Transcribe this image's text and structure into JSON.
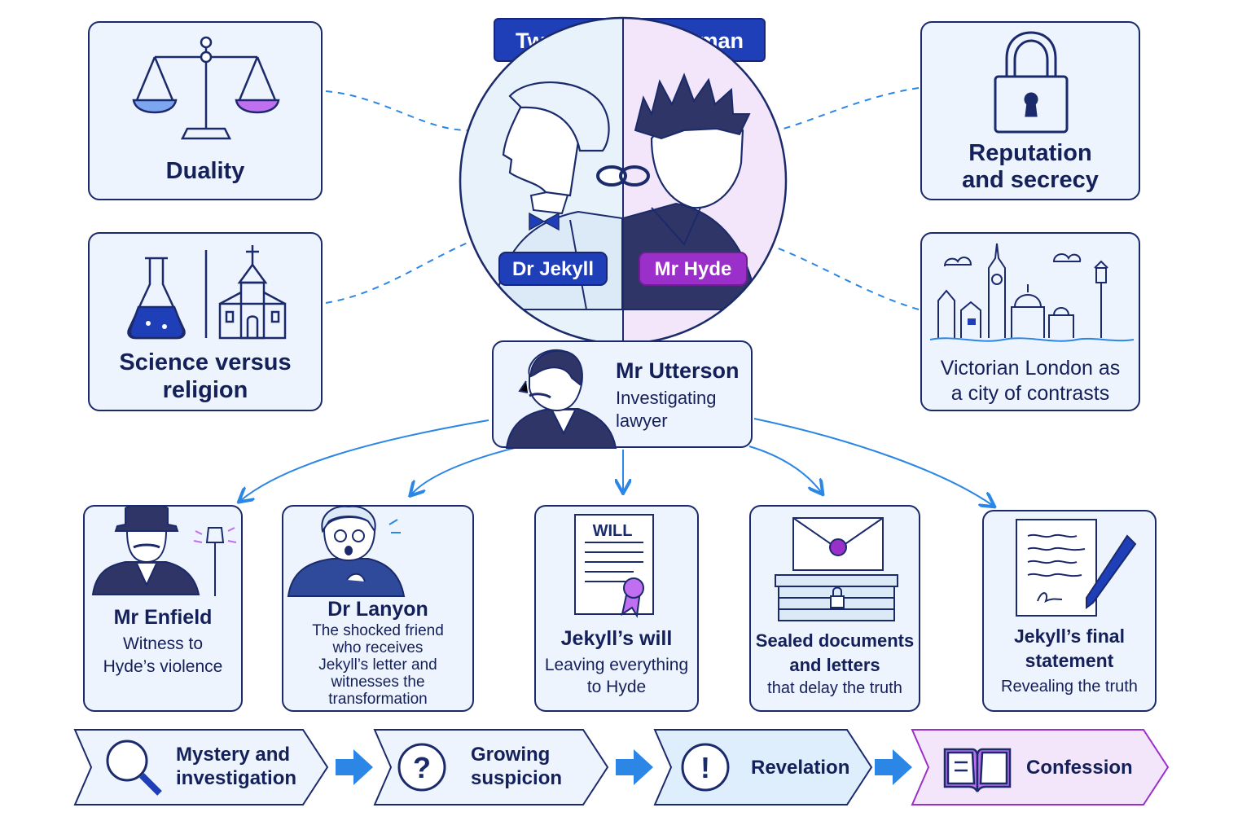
{
  "title": "Two sides of one man",
  "center": {
    "jekyll_label": "Dr Jekyll",
    "hyde_label": "Mr Hyde"
  },
  "themes": [
    {
      "label": "Duality",
      "icon": "scales-icon"
    },
    {
      "label": "Science versus religion",
      "line1": "Science versus",
      "line2": "religion",
      "icon": "flask-church-icon"
    },
    {
      "label": "Reputation and secrecy",
      "line1": "Reputation",
      "line2": "and secrecy",
      "icon": "padlock-icon"
    },
    {
      "label": "Victorian London as a city of contrasts",
      "line1": "Victorian London as",
      "line2": "a city of contrasts",
      "icon": "london-skyline-icon"
    }
  ],
  "utterson": {
    "name": "Mr Utterson",
    "role_line1": "Investigating",
    "role_line2": "lawyer"
  },
  "elements": [
    {
      "title": "Mr Enfield",
      "desc_line1": "Witness to",
      "desc_line2": "Hyde’s violence"
    },
    {
      "title": "Dr Lanyon",
      "desc_line1": "The shocked friend",
      "desc_line2": "who receives",
      "desc_line3": "Jekyll’s letter and",
      "desc_line4": "witnesses the",
      "desc_line5": "transformation"
    },
    {
      "title": "Jekyll’s will",
      "doc_heading": "WILL",
      "desc_line1": "Leaving everything",
      "desc_line2": "to Hyde"
    },
    {
      "title_line1": "Sealed documents",
      "title_line2": "and letters",
      "desc_line1": "that delay the truth"
    },
    {
      "title_line1": "Jekyll’s final",
      "title_line2": "statement",
      "desc_line1": "Revealing the truth"
    }
  ],
  "stages": [
    {
      "line1": "Mystery and",
      "line2": "investigation",
      "icon": "magnifier-icon"
    },
    {
      "line1": "Growing",
      "line2": "suspicion",
      "icon": "question-icon"
    },
    {
      "line1": "Revelation",
      "icon": "exclamation-icon"
    },
    {
      "line1": "Confession",
      "icon": "book-icon"
    }
  ],
  "colors": {
    "navy": "#1b2a6b",
    "blue": "#1f3fb8",
    "purple": "#9b2fc9",
    "arrow": "#2b86e6",
    "card": "#eef4fd"
  }
}
